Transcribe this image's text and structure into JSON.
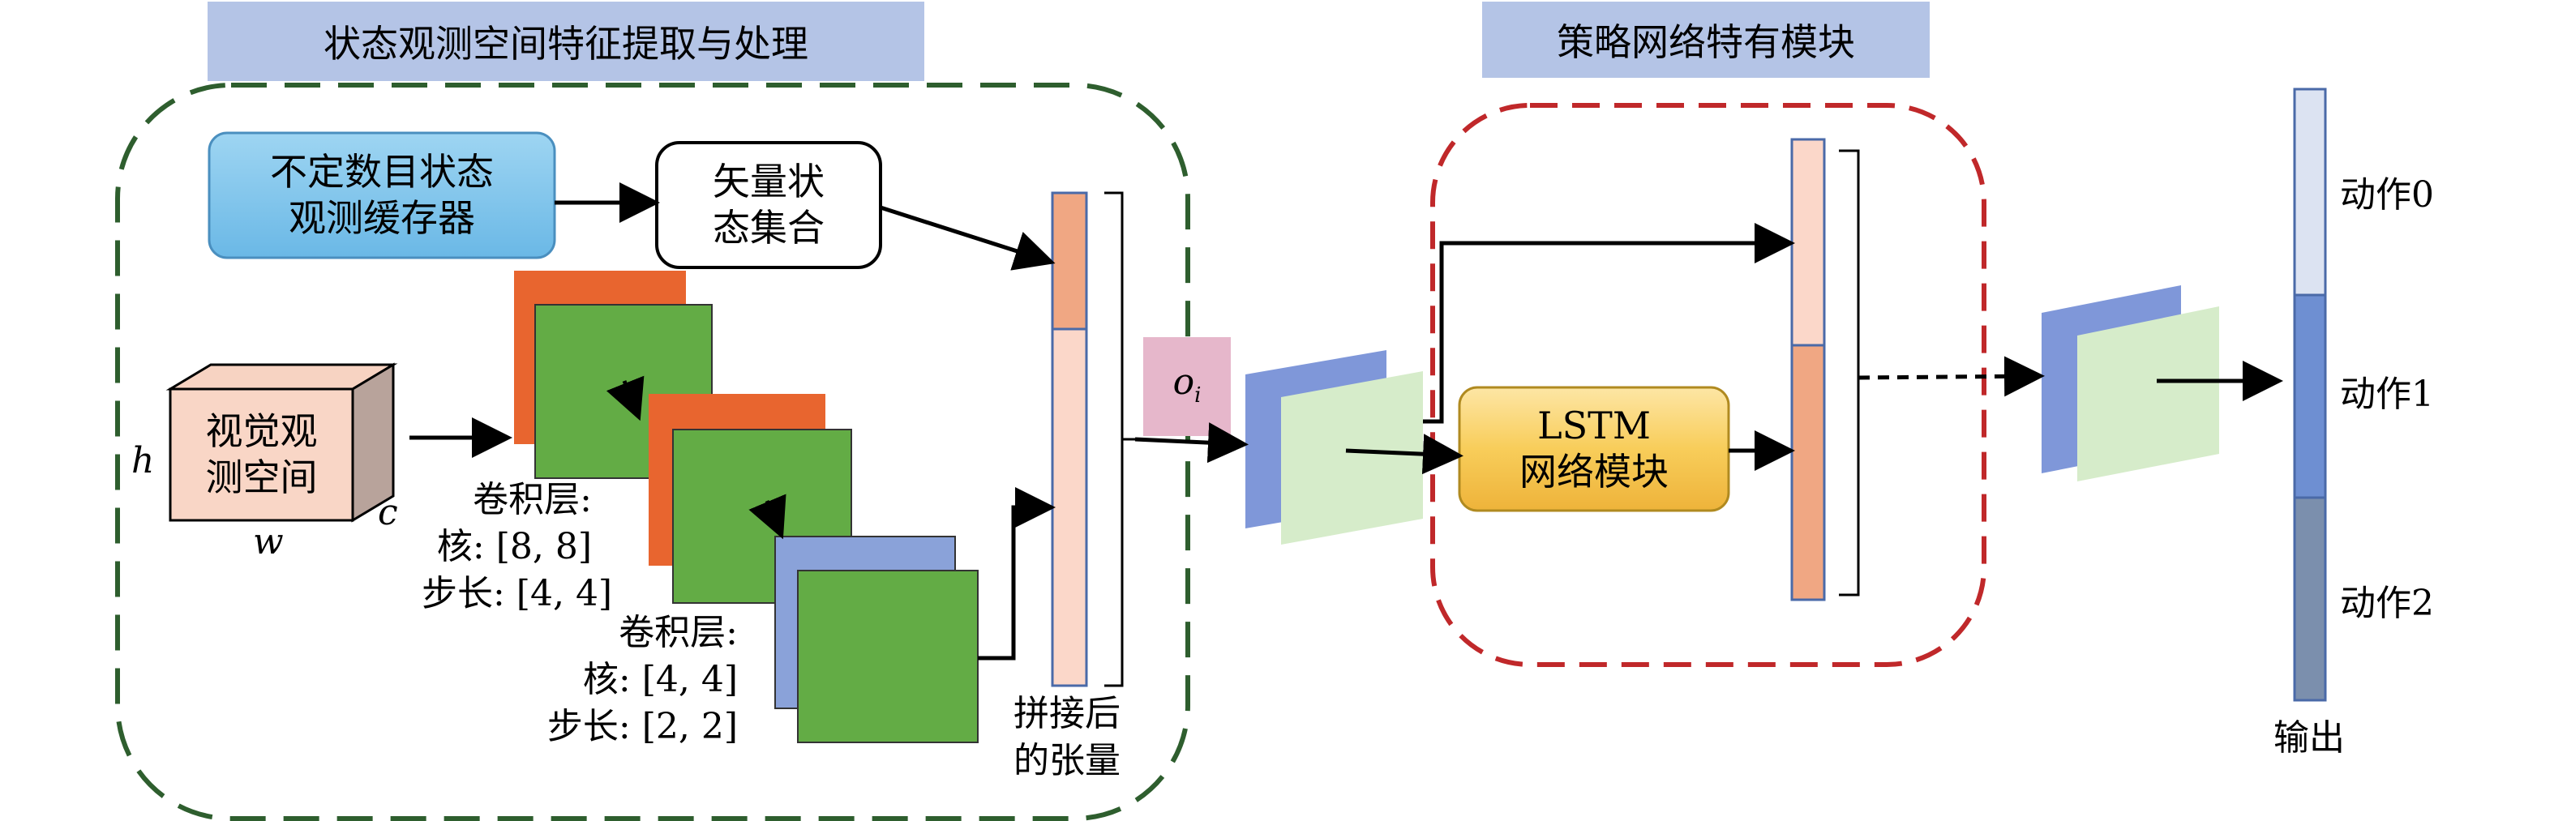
{
  "header_left": "状态观测空间特征提取与处理",
  "header_right": "策略网络特有模块",
  "buffer_box": {
    "line1": "不定数目状态",
    "line2": "观测缓存器"
  },
  "vector_box": {
    "line1": "矢量状",
    "line2": "态集合"
  },
  "visual_cube": {
    "line1": "视觉观",
    "line2": "测空间",
    "h": "h",
    "w": "w",
    "c": "c"
  },
  "conv1": {
    "title": "卷积层:",
    "kernel": "核: [8, 8]",
    "stride": "步长: [4, 4]"
  },
  "conv2": {
    "title": "卷积层:",
    "kernel": "核: [4, 4]",
    "stride": "步长: [2, 2]"
  },
  "concat_label": {
    "line1": "拼接后",
    "line2": "的张量"
  },
  "oi_label": {
    "o": "o",
    "i": "i"
  },
  "lstm_box": {
    "line1": "LSTM",
    "line2": "网络模块"
  },
  "actions": [
    "动作0",
    "动作1",
    "动作2"
  ],
  "output_label": "输出",
  "colors": {
    "header_bg": "#b4c4e6",
    "green_border": "#2e5e2e",
    "red_border": "#c0282a",
    "orange_feature": "#e8652f",
    "green_feature": "#63ac45",
    "blue_feature": "#8aa2d9",
    "light_blue_panel": "#7f97d9",
    "light_green_panel": "#d6ecca",
    "peach": "#f7c9b5",
    "salmon": "#f0a783",
    "pink": "#e6b7cb",
    "lstm_yellow": "#f7c84f",
    "buffer_blue": "#7cc3ea",
    "action0": "#dce3f2",
    "action1": "#6e8fd2",
    "action2": "#7b8fad"
  }
}
